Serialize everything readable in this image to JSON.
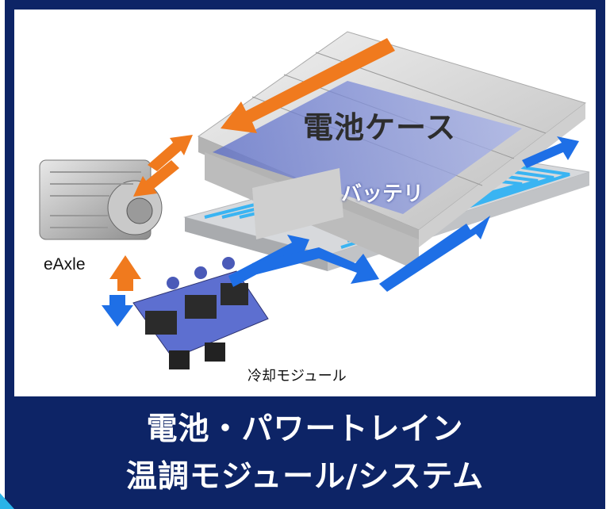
{
  "labels": {
    "battery_case": "電池ケース",
    "battery": "バッテリ",
    "eaxle": "eAxle",
    "cooling_module": "冷却モジュール"
  },
  "title": {
    "line1": "電池・パワートレイン",
    "line2": "温調モジュール/システム"
  },
  "colors": {
    "frame": "#0d2466",
    "orange_arrow": "#f07a1e",
    "blue_arrow": "#1e6fe6",
    "coolant": "#3ab4f2"
  }
}
